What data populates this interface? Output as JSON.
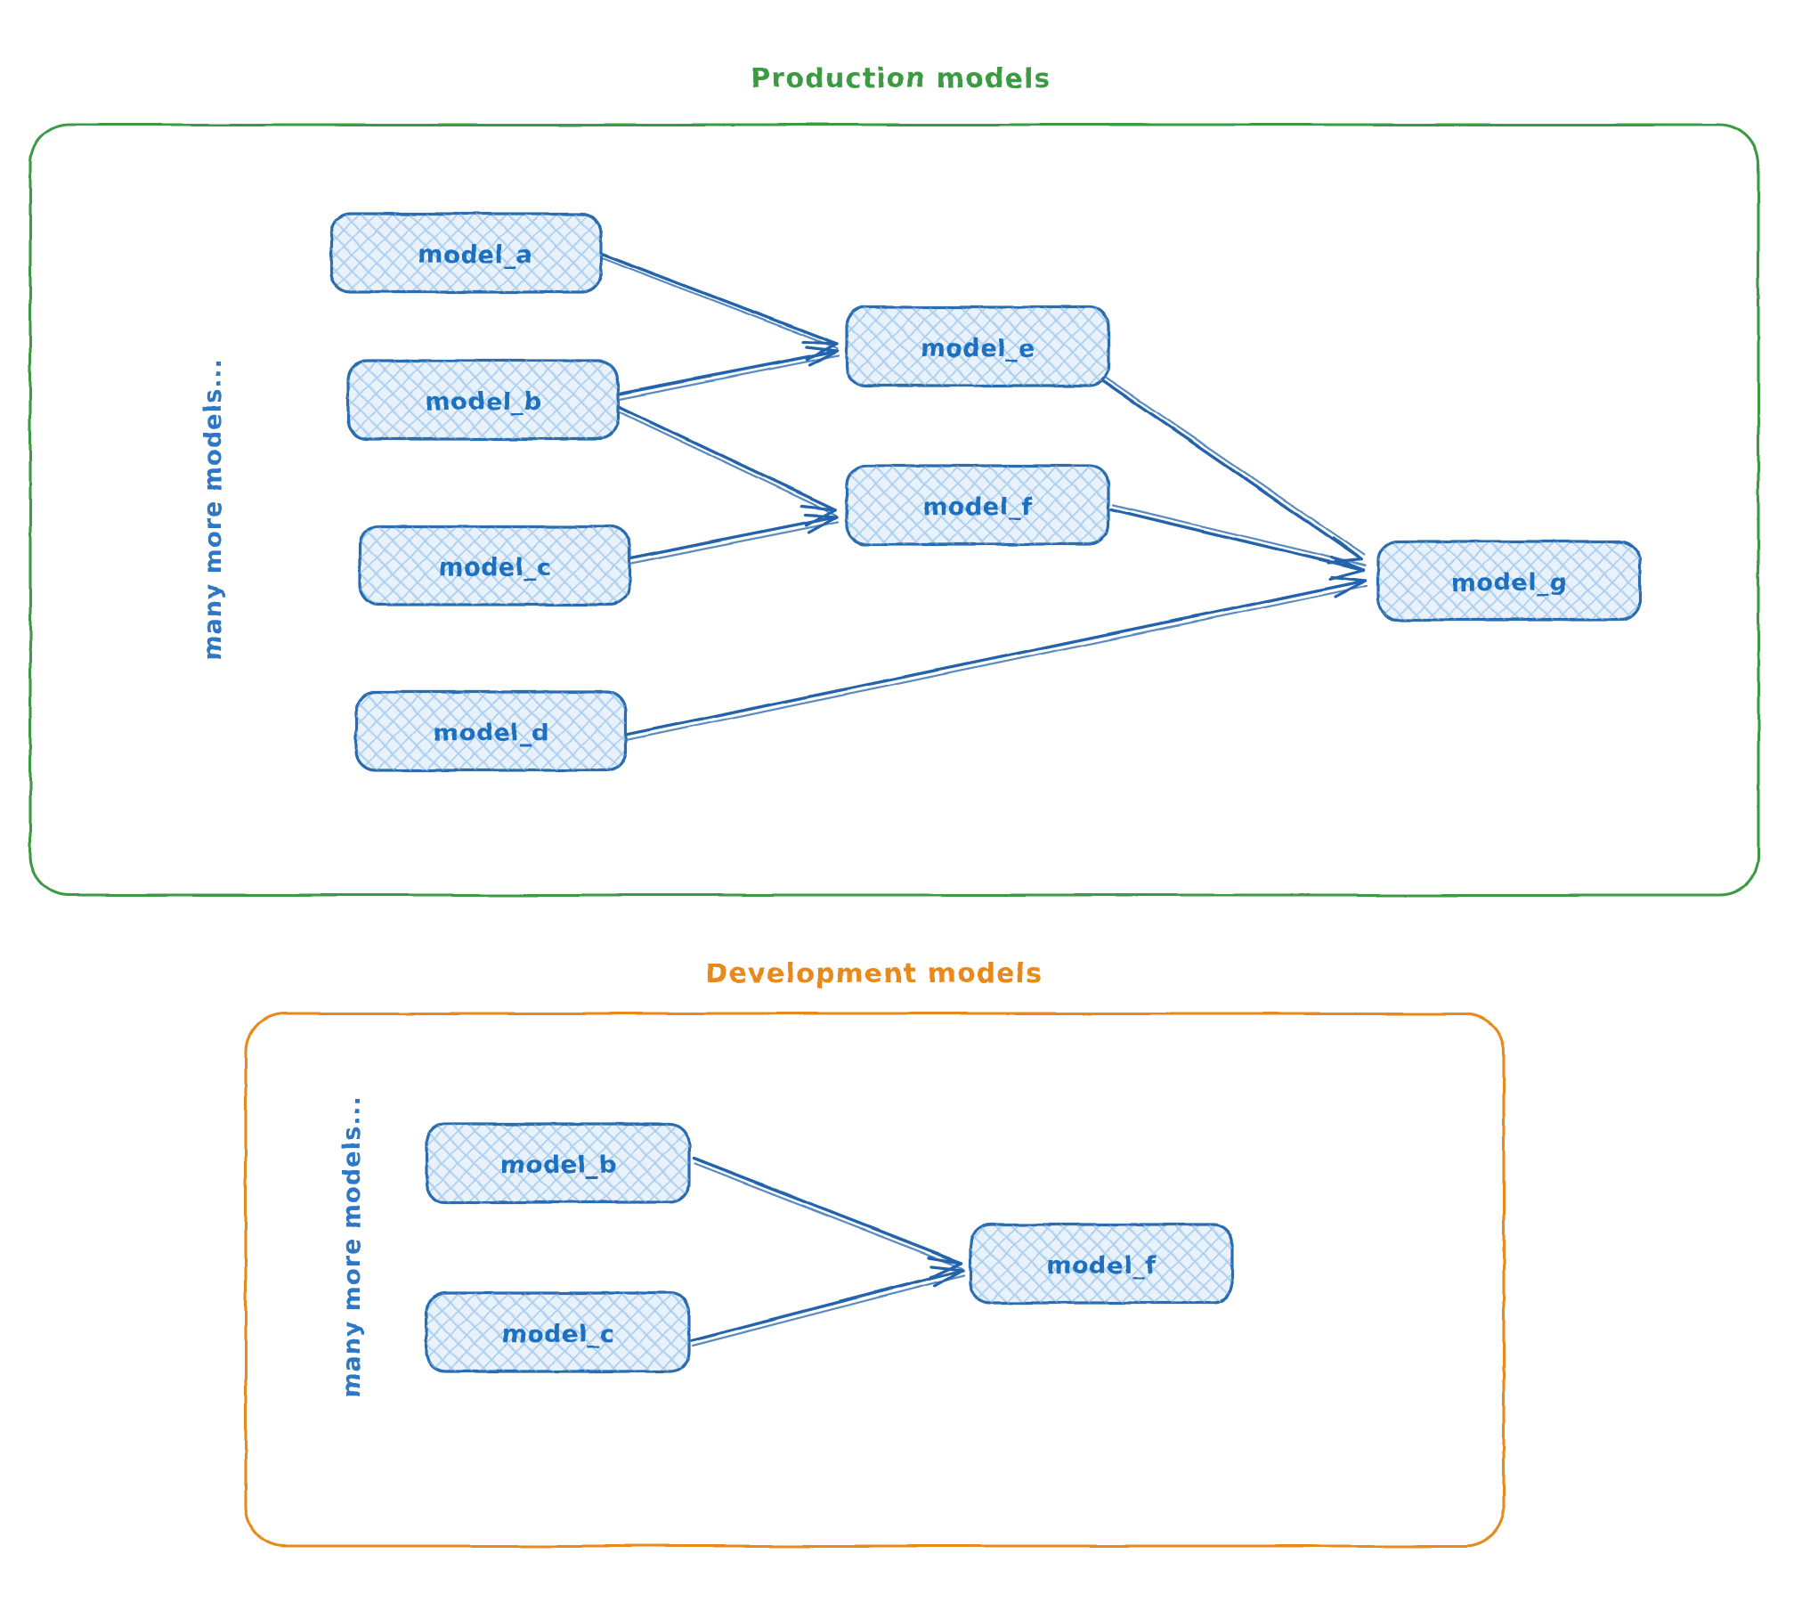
{
  "diagram": {
    "title_production": "Production models",
    "title_development": "Development models",
    "side_note": "many more models...",
    "colors": {
      "production_border": "#3a9a42",
      "development_border": "#e8891a",
      "node_border": "#2b6cb0",
      "node_fill": "#dceaf8",
      "node_hatch": "#a9cdee",
      "edge": "#2464ab",
      "label_text": "#1f6fbf"
    },
    "production": {
      "label": "Production models",
      "side_note": "many more models...",
      "nodes": [
        {
          "id": "model_a",
          "label": "model_a"
        },
        {
          "id": "model_b",
          "label": "model_b"
        },
        {
          "id": "model_c",
          "label": "model_c"
        },
        {
          "id": "model_d",
          "label": "model_d"
        },
        {
          "id": "model_e",
          "label": "model_e"
        },
        {
          "id": "model_f",
          "label": "model_f"
        },
        {
          "id": "model_g",
          "label": "model_g"
        }
      ],
      "edges": [
        {
          "from": "model_a",
          "to": "model_e"
        },
        {
          "from": "model_b",
          "to": "model_e"
        },
        {
          "from": "model_b",
          "to": "model_f"
        },
        {
          "from": "model_c",
          "to": "model_f"
        },
        {
          "from": "model_d",
          "to": "model_g"
        },
        {
          "from": "model_e",
          "to": "model_g"
        },
        {
          "from": "model_f",
          "to": "model_g"
        }
      ]
    },
    "development": {
      "label": "Development models",
      "side_note": "many more models...",
      "nodes": [
        {
          "id": "model_b",
          "label": "model_b"
        },
        {
          "id": "model_c",
          "label": "model_c"
        },
        {
          "id": "model_f",
          "label": "model_f"
        }
      ],
      "edges": [
        {
          "from": "model_b",
          "to": "model_f"
        },
        {
          "from": "model_c",
          "to": "model_f"
        }
      ]
    }
  }
}
